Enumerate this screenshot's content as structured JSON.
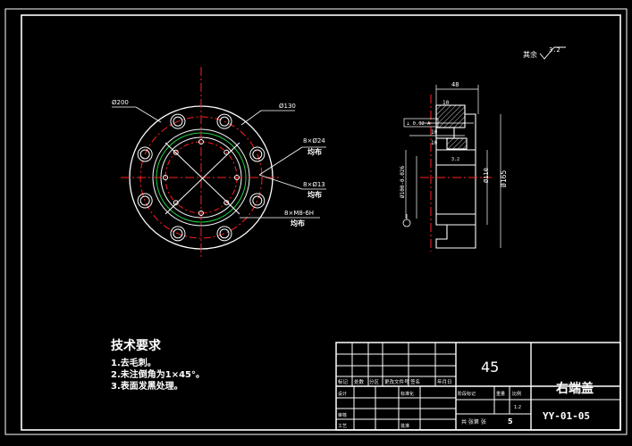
{
  "drawing": {
    "title": "右端盖",
    "drawing_number": "YY-01-05",
    "material": "45",
    "sheet_count": "5"
  },
  "roughness_note": {
    "text": "其余",
    "value": "3.2"
  },
  "front_view_labels": {
    "outer_diameter": "Ø200",
    "bolt_circle": "Ø130",
    "holes_counterbore": "8×Ø24",
    "holes_counterbore_note": "均布",
    "holes_through": "8×Ø13",
    "holes_through_note": "均布",
    "threaded_holes": "8×M8-6H",
    "threaded_holes_note": "均布"
  },
  "section_view_labels": {
    "width": "48",
    "step1": "10",
    "step2": "10",
    "step3": "10",
    "bore": "Ø100-0.026",
    "bore2": "Ø110",
    "outer": "Ø165",
    "perp_box": "⊥ 0.02 A",
    "roughness_small": "3.2"
  },
  "tech_requirements": {
    "heading": "技术要求",
    "items": [
      "1.去毛刺。",
      "2.未注倒角为1×45°。",
      "3.表面发黑处理。"
    ]
  },
  "title_block": {
    "header_cells": [
      "标记",
      "处数",
      "分区",
      "更改文件号",
      "签名",
      "年月日"
    ],
    "row_design": "设计",
    "row_std": "标准化",
    "row_check": "审核",
    "row_process": "工艺",
    "row_approve": "批准",
    "stage_label": "阶段标记",
    "weight_label": "重量",
    "scale_label": "比例",
    "scale_value": "1:2",
    "sheets_label": "共  张第  张"
  },
  "colors": {
    "background": "#000000",
    "line_white": "#ffffff",
    "center_red": "#ff2020",
    "hidden_green": "#20d040",
    "hatch": "#c8c8c8"
  }
}
